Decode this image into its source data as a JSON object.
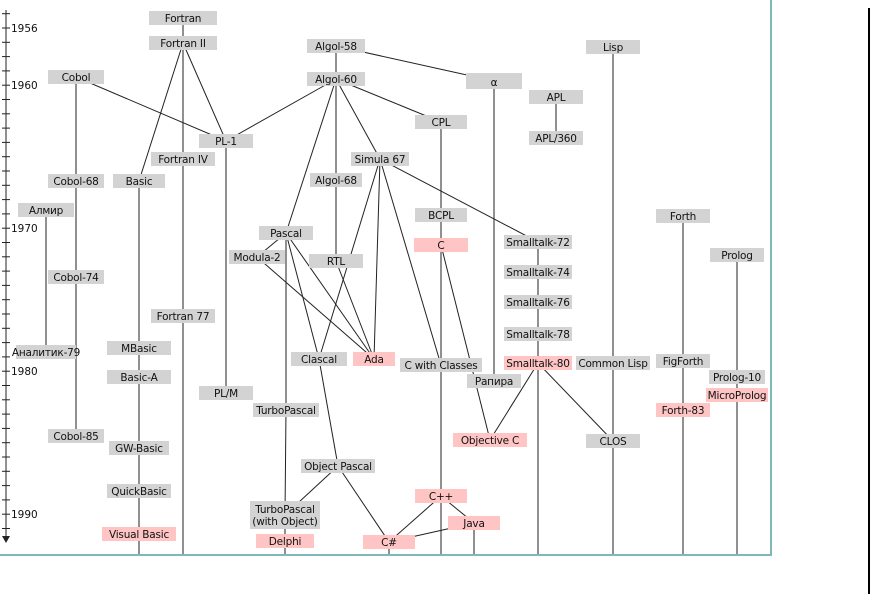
{
  "colors": {
    "gray": "#d3d3d3",
    "pink": "#ffc4c4",
    "line": "#222222",
    "frame": "#7fb8b8"
  },
  "years": [
    "1956",
    "1960",
    "1970",
    "1980",
    "1990"
  ],
  "languages": {
    "fortran": {
      "label": "Fortran",
      "color": "gray"
    },
    "fortran_ii": {
      "label": "Fortran II",
      "color": "gray"
    },
    "fortran_iv": {
      "label": "Fortran IV",
      "color": "gray"
    },
    "fortran_77": {
      "label": "Fortran 77",
      "color": "gray"
    },
    "cobol": {
      "label": "Cobol",
      "color": "gray"
    },
    "cobol_68": {
      "label": "Cobol-68",
      "color": "gray"
    },
    "cobol_74": {
      "label": "Cobol-74",
      "color": "gray"
    },
    "cobol_85": {
      "label": "Cobol-85",
      "color": "gray"
    },
    "almir": {
      "label": "Алмир",
      "color": "gray"
    },
    "analitik_79": {
      "label": "Аналитик-79",
      "color": "gray"
    },
    "algol_58": {
      "label": "Algol-58",
      "color": "gray"
    },
    "algol_60": {
      "label": "Algol-60",
      "color": "gray"
    },
    "algol_68": {
      "label": "Algol-68",
      "color": "gray"
    },
    "alpha": {
      "label": "α",
      "color": "gray"
    },
    "apl": {
      "label": "APL",
      "color": "gray"
    },
    "apl_360": {
      "label": "APL/360",
      "color": "gray"
    },
    "lisp": {
      "label": "Lisp",
      "color": "gray"
    },
    "pl_1": {
      "label": "PL-1",
      "color": "gray"
    },
    "pl_m": {
      "label": "PL/M",
      "color": "gray"
    },
    "cpl": {
      "label": "CPL",
      "color": "gray"
    },
    "bcpl": {
      "label": "BCPL",
      "color": "gray"
    },
    "c": {
      "label": "C",
      "color": "pink"
    },
    "simula_67": {
      "label": "Simula 67",
      "color": "gray"
    },
    "basic": {
      "label": "Basic",
      "color": "gray"
    },
    "mbasic": {
      "label": "MBasic",
      "color": "gray"
    },
    "basic_a": {
      "label": "Basic-A",
      "color": "gray"
    },
    "gw_basic": {
      "label": "GW-Basic",
      "color": "gray"
    },
    "quickbasic": {
      "label": "QuickBasic",
      "color": "gray"
    },
    "visual_basic": {
      "label": "Visual Basic",
      "color": "pink"
    },
    "pascal": {
      "label": "Pascal",
      "color": "gray"
    },
    "modula_2": {
      "label": "Modula-2",
      "color": "gray"
    },
    "rtl": {
      "label": "RTL",
      "color": "gray"
    },
    "clascal": {
      "label": "Clascal",
      "color": "gray"
    },
    "ada": {
      "label": "Ada",
      "color": "pink"
    },
    "turbopascal": {
      "label": "TurboPascal",
      "color": "gray"
    },
    "object_pascal": {
      "label": "Object Pascal",
      "color": "gray"
    },
    "turbopascal_obj": {
      "label": "TurboPascal",
      "label2": "(with Object)",
      "color": "gray"
    },
    "delphi": {
      "label": "Delphi",
      "color": "pink"
    },
    "c_with_classes": {
      "label": "C with Classes",
      "color": "gray"
    },
    "rapira": {
      "label": "Рапира",
      "color": "gray"
    },
    "cpp": {
      "label": "C++",
      "color": "pink"
    },
    "java": {
      "label": "Java",
      "color": "pink"
    },
    "csharp": {
      "label": "C#",
      "color": "pink"
    },
    "objective_c": {
      "label": "Objective C",
      "color": "pink"
    },
    "smalltalk_72": {
      "label": "Smalltalk-72",
      "color": "gray"
    },
    "smalltalk_74": {
      "label": "Smalltalk-74",
      "color": "gray"
    },
    "smalltalk_76": {
      "label": "Smalltalk-76",
      "color": "gray"
    },
    "smalltalk_78": {
      "label": "Smalltalk-78",
      "color": "gray"
    },
    "smalltalk_80": {
      "label": "Smalltalk-80",
      "color": "pink"
    },
    "common_lisp": {
      "label": "Common Lisp",
      "color": "gray"
    },
    "clos": {
      "label": "CLOS",
      "color": "gray"
    },
    "forth": {
      "label": "Forth",
      "color": "gray"
    },
    "figforth": {
      "label": "FigForth",
      "color": "gray"
    },
    "forth_83": {
      "label": "Forth-83",
      "color": "pink"
    },
    "prolog": {
      "label": "Prolog",
      "color": "gray"
    },
    "prolog_10": {
      "label": "Prolog-10",
      "color": "gray"
    },
    "microprolog": {
      "label": "MicroProlog",
      "color": "pink"
    }
  }
}
